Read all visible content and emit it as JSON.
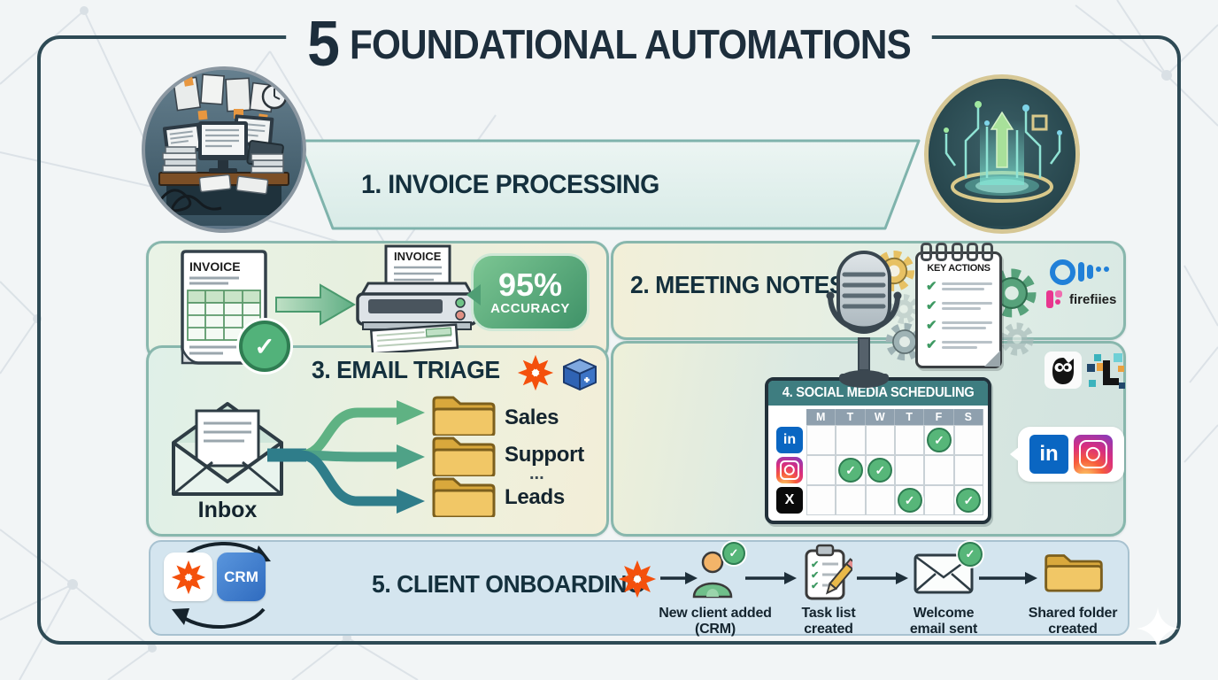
{
  "page": {
    "title_number": "5",
    "title_text": "FOUNDATIONAL AUTOMATIONS"
  },
  "colors": {
    "frame": "#2e4a55",
    "card_border": "#88b7ad",
    "zapier_orange": "#f4500c",
    "check_green": "#57b679",
    "badge_green": "#4f9e74",
    "folder_gold": "#eebd55",
    "linkedin_blue": "#0a66c2",
    "crm_blue": "#2f6bbf",
    "calendar_header_teal": "#3e7d80",
    "otter_blue": "#2180d8",
    "fireflies_pink": "#e8368f"
  },
  "sections": {
    "invoice": {
      "label": "1. INVOICE PROCESSING",
      "doc_label": "INVOICE",
      "printer_doc_label": "INVOICE",
      "badge_value": "95%",
      "badge_caption": "ACCURACY"
    },
    "meeting": {
      "label": "2. MEETING NOTES",
      "notepad_title": "KEY ACTIONS",
      "fireflies_label": "firefiies",
      "logos": [
        "otter-icon",
        "fireflies-icon"
      ]
    },
    "email": {
      "label": "3. EMAIL TRIAGE",
      "icons": [
        "zapier-icon",
        "package-icon"
      ],
      "inbox_label": "Inbox",
      "folders": [
        "Sales",
        "Support",
        "Leads"
      ],
      "more": "..."
    },
    "social": {
      "label": "4. SOCIAL MEDIA SCHEDULING",
      "tool_icons": [
        "hootsuite-icon",
        "later-icon"
      ],
      "days": [
        "M",
        "T",
        "W",
        "T",
        "F",
        "S"
      ],
      "rows": [
        {
          "platform": "linkedin",
          "glyph": "in",
          "checks": [
            4
          ]
        },
        {
          "platform": "instagram",
          "glyph": "",
          "checks": [
            1,
            2
          ]
        },
        {
          "platform": "x",
          "glyph": "X",
          "checks": [
            3,
            5
          ]
        }
      ],
      "bubble_platforms": [
        "linkedin",
        "instagram"
      ]
    },
    "onboarding": {
      "label": "5. CLIENT ONBOARDING",
      "crm_label": "CRM",
      "steps": [
        "New client added (CRM)",
        "Task list created",
        "Welcome email sent",
        "Shared folder created"
      ]
    }
  }
}
